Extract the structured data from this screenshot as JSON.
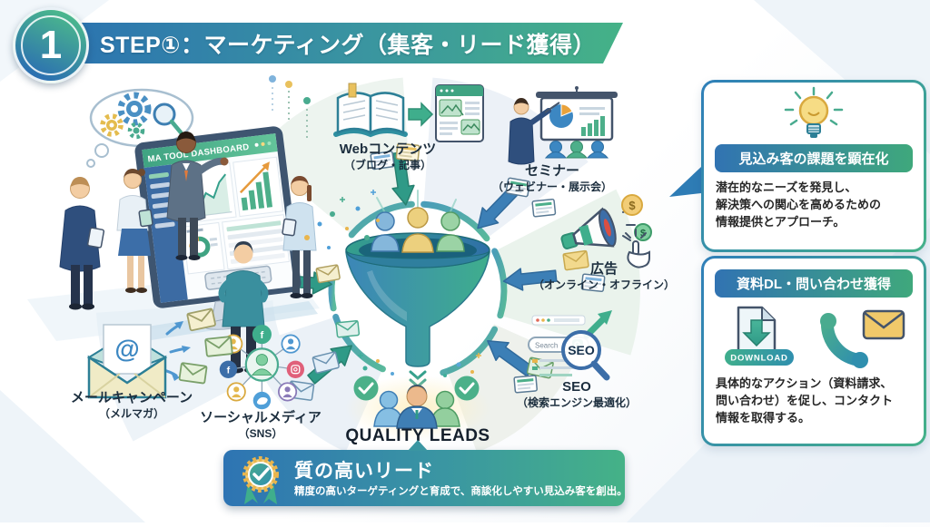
{
  "header": {
    "step_number": "1",
    "title": "STEP①：マーケティング（集客・リード獲得）"
  },
  "illustration": {
    "dashboard_title": "MA TOOL DASHBOARD"
  },
  "channels": {
    "web": {
      "label": "Webコンテンツ",
      "sublabel": "（ブログ・記事）"
    },
    "seminar": {
      "label": "セミナー",
      "sublabel": "（ウェビナー・展示会）"
    },
    "ad": {
      "label": "広告",
      "sublabel": "（オンライン・オフライン）"
    },
    "seo": {
      "label": "SEO",
      "sublabel": "（検索エンジン最適化）",
      "magnifier_text": "SEO",
      "search_placeholder": "Search"
    },
    "social": {
      "label": "ソーシャルメディア",
      "sublabel": "（SNS）"
    },
    "email": {
      "label": "メールキャンペーン",
      "sublabel": "（メルマガ）"
    }
  },
  "funnel": {
    "result_label": "QUALITY LEADS"
  },
  "callouts": {
    "insight": {
      "badge": "見込み客の課題を顕在化",
      "body": "潜在的なニーズを発見し、\n解決策への関心を高めるための\n情報提供とアプローチ。"
    },
    "action": {
      "badge": "資料DL・問い合わせ獲得",
      "download_label": "DOWNLOAD",
      "body": "具体的なアクション（資料請求、\n問い合わせ）を促し、コンタクト\n情報を取得する。"
    }
  },
  "banner": {
    "title": "質の高いリード",
    "body": "精度の高いターゲティングと育成で、商談化しやすい見込み客を創出。"
  },
  "icons": {
    "dollar": "$",
    "at_sign": "@",
    "facebook": "f"
  },
  "colors": {
    "brand_blue": "#2e74b3",
    "brand_green": "#45b287",
    "accent_teal": "#3fae8c",
    "accent_yellow": "#f2cd77"
  }
}
